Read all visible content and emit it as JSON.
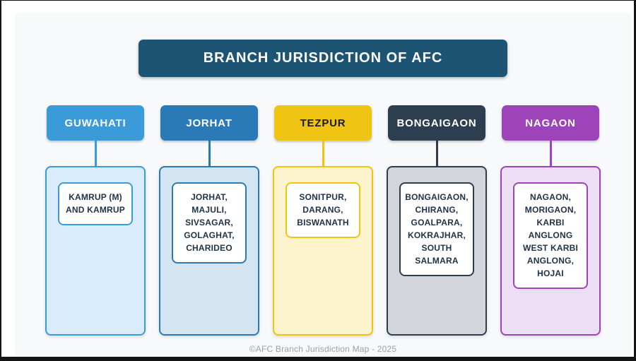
{
  "title": "BRANCH JURISDICTION OF AFC",
  "footer": "©AFC Branch Jurisdiction Map - 2025",
  "colors": {
    "frame": "#141414",
    "page_bg": "#ffffff",
    "panel_bg": "#f7f9fa",
    "title_bg": "#1d5474",
    "title_text": "#ffffff",
    "district_text": "#213349",
    "footer_text": "#9aa0a8"
  },
  "branches": [
    {
      "name": "GUWAHATI",
      "accent": "#3b9bd9",
      "header_text": "#ffffff",
      "body_bg": "#d9ecfb",
      "district_lines": [
        "KAMRUP (M)",
        "AND KAMRUP"
      ]
    },
    {
      "name": "JORHAT",
      "accent": "#2a7ab8",
      "header_text": "#ffffff",
      "body_bg": "#d4e4f0",
      "district_lines": [
        "JORHAT,",
        "MAJULI,",
        "SIVSAGAR,",
        "GOLAGHAT,",
        "CHARIDEO"
      ]
    },
    {
      "name": "TEZPUR",
      "accent": "#f0c413",
      "header_text": "#1a1a1a",
      "body_bg": "#fdf3cd",
      "district_lines": [
        "SONITPUR,",
        "DARANG,",
        "BISWANATH"
      ]
    },
    {
      "name": "BONGAIGAON",
      "accent": "#2c3e50",
      "header_text": "#ffffff",
      "body_bg": "#d2d6da",
      "district_lines": [
        "BONGAIGAON,",
        "CHIRANG,",
        "GOALPARA,",
        "KOKRAJHAR,",
        "SOUTH",
        "SALMARA"
      ]
    },
    {
      "name": "NAGAON",
      "accent": "#9e44bb",
      "header_text": "#ffffff",
      "body_bg": "#ecdef4",
      "district_lines": [
        "NAGAON,",
        "MORIGAON,",
        "KARBI",
        "ANGLONG",
        "WEST KARBI",
        "ANGLONG,",
        "HOJAI"
      ]
    }
  ]
}
